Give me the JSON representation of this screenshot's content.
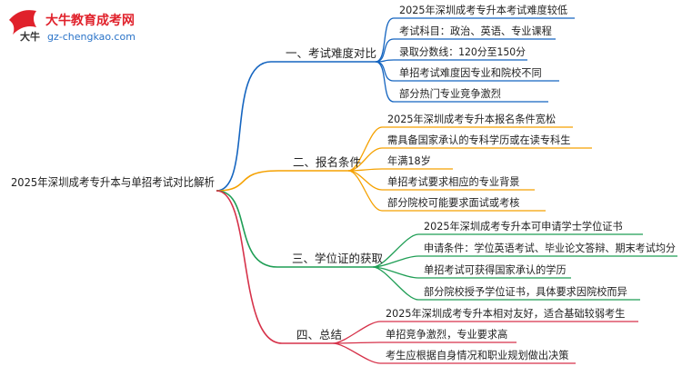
{
  "logo": {
    "brand": "大牛教育成考网",
    "url": "gz-chengkao.com",
    "mark_text": "大牛"
  },
  "colors": {
    "blue": "#1565c0",
    "orange": "#f5a100",
    "green": "#1f9e55",
    "red": "#d6324a",
    "text": "#222222",
    "brand_red": "#e0212b",
    "brand_blue": "#2a73c8"
  },
  "root": "2025年深圳成考专升本与单招考试对比解析",
  "branches": [
    {
      "title": "一、考试难度对比",
      "color": "blue",
      "items": [
        "2025年深圳成考专升本考试难度较低",
        "考试科目：政治、英语、专业课程",
        "录取分数线：120分至150分",
        "单招考试难度因专业和院校不同",
        "部分热门专业竞争激烈"
      ]
    },
    {
      "title": "二、报名条件",
      "color": "orange",
      "items": [
        "2025年深圳成考专升本报名条件宽松",
        "需具备国家承认的专科学历或在读专科生",
        "年满18岁",
        "单招考试要求相应的专业背景",
        "部分院校可能要求面试或考核"
      ]
    },
    {
      "title": "三、学位证的获取",
      "color": "green",
      "items": [
        "2025年深圳成考专升本可申请学士学位证书",
        "申请条件：学位英语考试、毕业论文答辩、期末考试均分",
        "单招考试可获得国家承认的学历",
        "部分院校授予学位证书，具体要求因院校而异"
      ]
    },
    {
      "title": "四、总结",
      "color": "red",
      "items": [
        "2025年深圳成考专升本相对友好，适合基础较弱考生",
        "单招竞争激烈，专业要求高",
        "考生应根据自身情况和职业规划做出决策"
      ]
    }
  ]
}
